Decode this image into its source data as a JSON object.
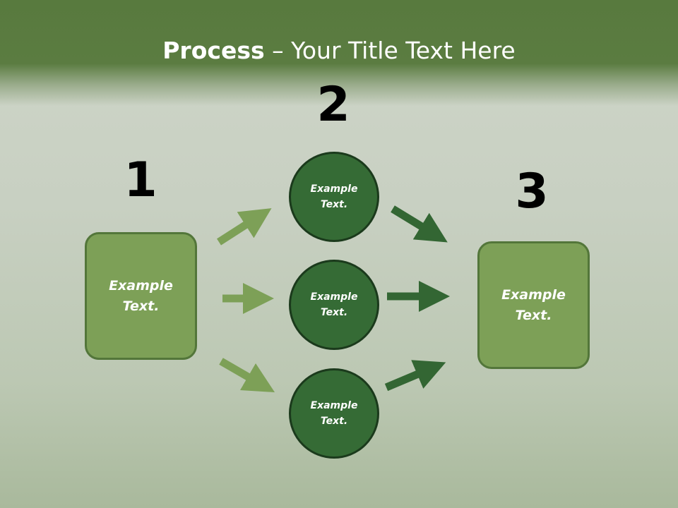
{
  "title": {
    "bold": "Process",
    "rest": " – Your Title Text Here"
  },
  "steps": [
    {
      "number": "1",
      "label": "Example Text."
    },
    {
      "number": "2",
      "items": [
        "Example Text.",
        "Example Text.",
        "Example Text."
      ]
    },
    {
      "number": "3",
      "label": "Example Text."
    }
  ],
  "colors": {
    "header": "#587a3e",
    "box": "#7da057",
    "circle": "#356b35",
    "arrow_light": "#7da057",
    "arrow_dark": "#336633"
  }
}
